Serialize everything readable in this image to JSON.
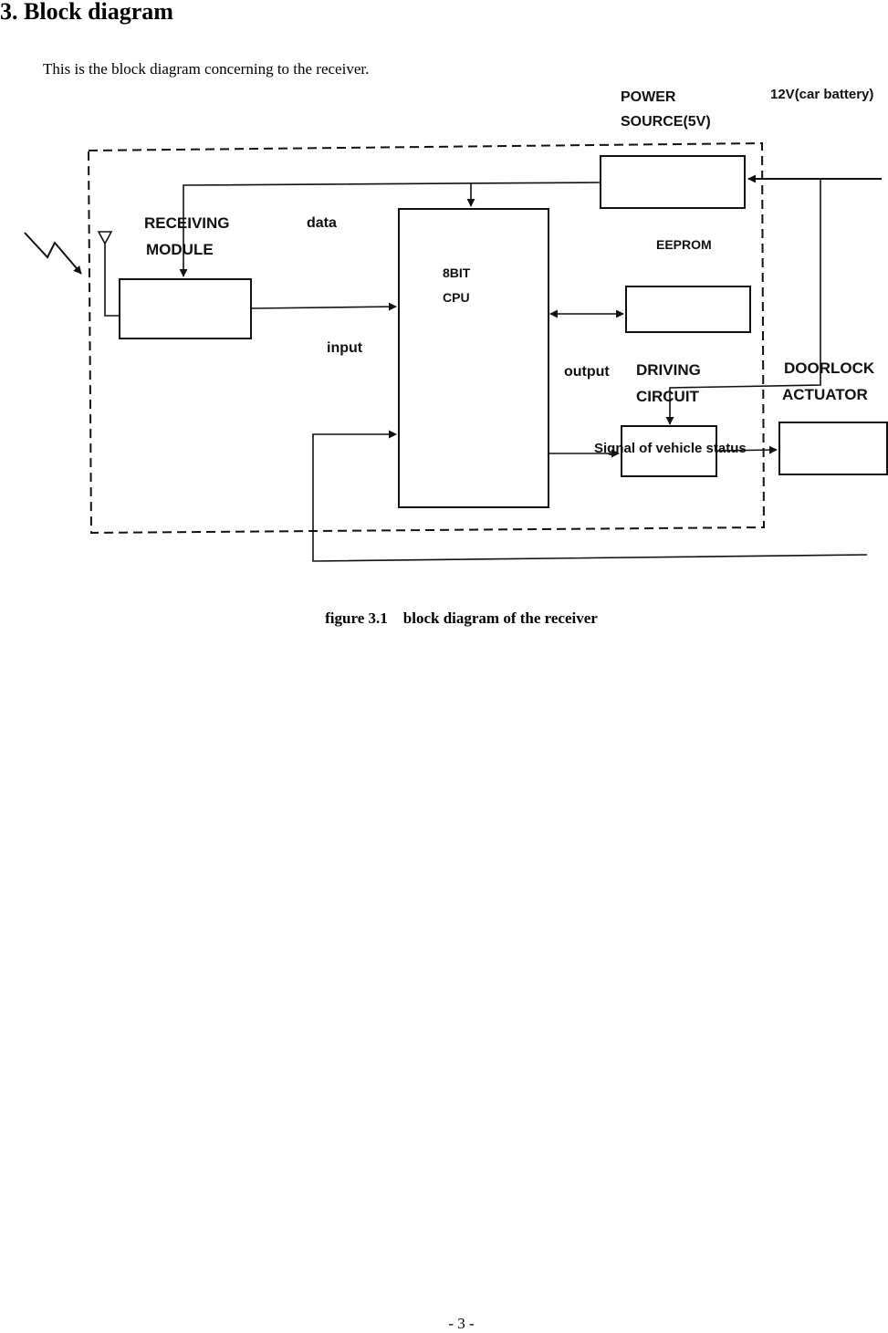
{
  "heading": "3. Block diagram",
  "intro": "This is the block diagram concerning to the receiver.",
  "diagram": {
    "power_source": [
      "POWER",
      "SOURCE(5V)"
    ],
    "battery": "12V(car battery)",
    "receiving_module": [
      "RECEIVING",
      "MODULE"
    ],
    "data": "data",
    "cpu": [
      "8BIT",
      "CPU"
    ],
    "eeprom": "EEPROM",
    "input": "input",
    "output": "output",
    "driving_circuit": [
      "DRIVING",
      "CIRCUIT"
    ],
    "doorlock_actuator": [
      "DOORLOCK",
      "ACTUATOR"
    ],
    "signal": "Signal of vehicle status"
  },
  "caption": "figure 3.1    block diagram of the receiver",
  "page_number": "- 3 -"
}
